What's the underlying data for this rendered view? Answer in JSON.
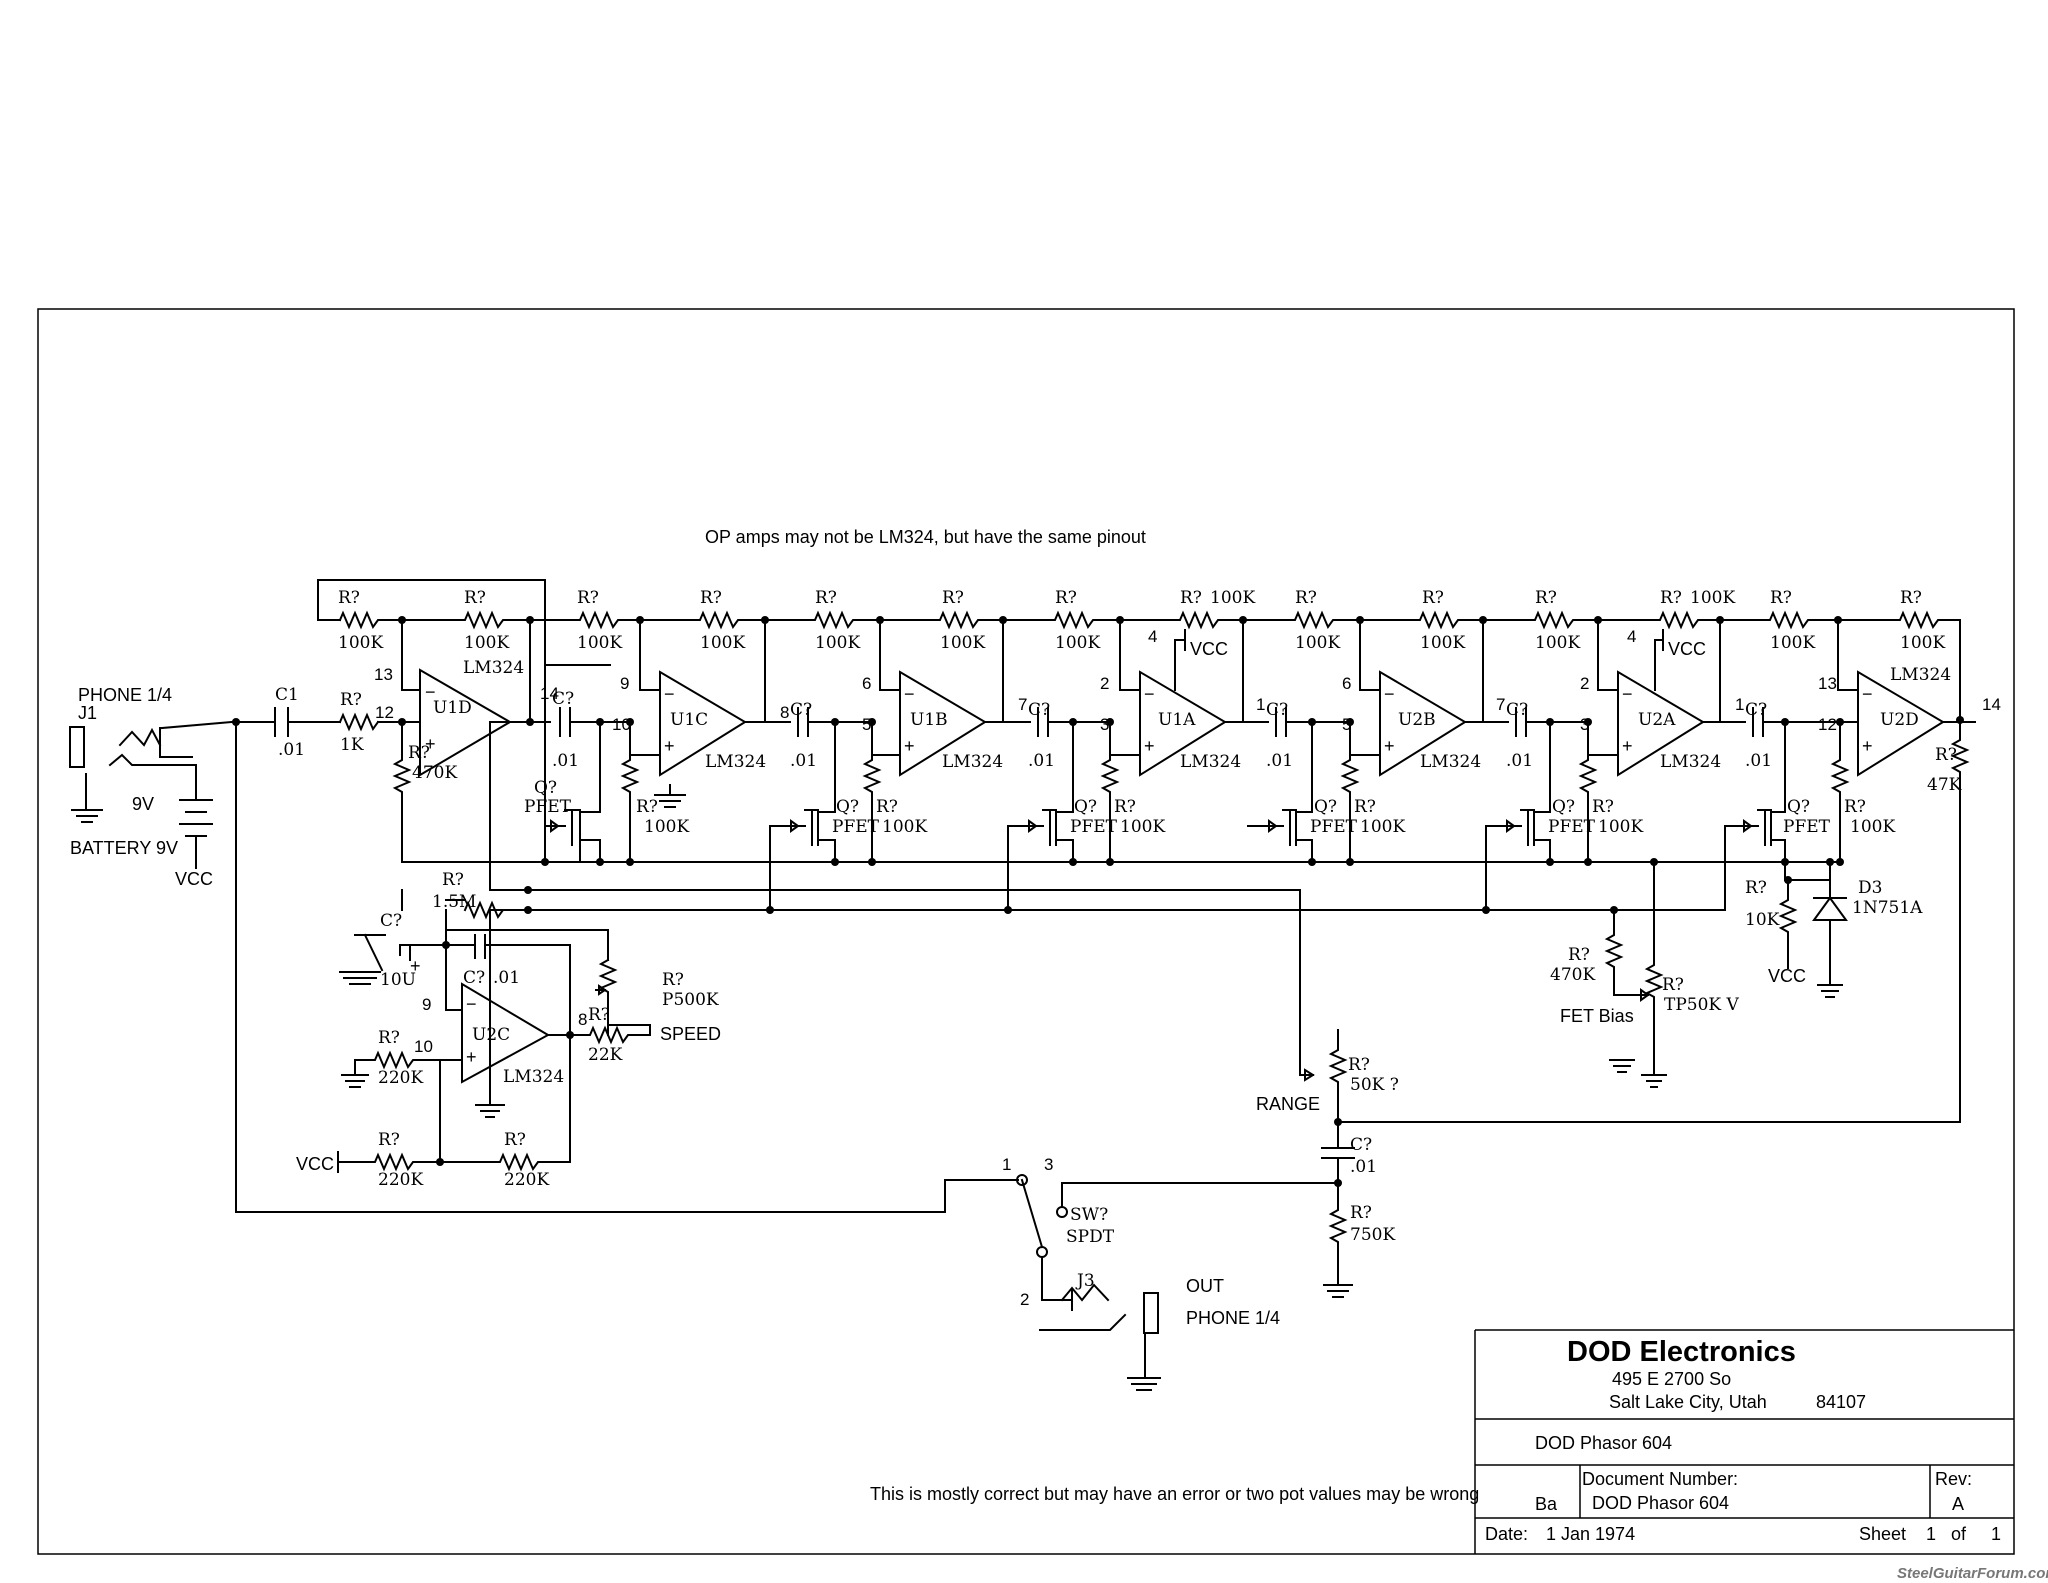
{
  "notes": {
    "pinout": "OP amps may not be LM324, but have the same pinout",
    "accuracy": "This is mostly correct but may have an error or two pot values may be wrong"
  },
  "watermark": "SteelGuitarForum.com",
  "title_block": {
    "company": "DOD Electronics",
    "address": "495 E 2700 So",
    "city": "Salt Lake City, Utah",
    "zip": "84107",
    "title": "DOD Phasor 604",
    "size": "Ba",
    "doc_number_label": "Document Number:",
    "doc_number": "DOD Phasor 604",
    "rev_label": "Rev:",
    "rev": "A",
    "date_label": "Date:",
    "date": "1 Jan 1974",
    "sheet_label": "Sheet",
    "sheet": "1",
    "of_label": "of",
    "sheet_total": "1"
  },
  "labels": {
    "phone_in": "PHONE 1/4",
    "j1": "J1",
    "battery_v": "9V",
    "battery": "BATTERY 9V",
    "vcc": "VCC",
    "c1": "C1",
    "c1_val": ".01",
    "r_unknown": "R?",
    "c_unknown": "C?",
    "q_unknown": "Q?",
    "pfet": "PFET",
    "r1k": "1K",
    "r100k": "100K",
    "r470k": "470K",
    "r47k": "47K",
    "r10k": "10K",
    "r1_5m": "1.5M",
    "r220k": "220K",
    "r22k": "22K",
    "r750k": "750K",
    "cap_01": ".01",
    "cap_10u": "10U",
    "p500k": "P500K",
    "speed": "SPEED",
    "range": "RANGE",
    "r50k": "50K ?",
    "tp50k": "TP50K V",
    "fet_bias": "FET Bias",
    "d3": "D3",
    "d3_val": "1N751A",
    "lm324": "LM324",
    "sw": "SW?",
    "spdt": "SPDT",
    "j3": "J3",
    "out": "OUT",
    "phone_out": "PHONE 1/4",
    "u1d": "U1D",
    "u1c": "U1C",
    "u1b": "U1B",
    "u1a": "U1A",
    "u2b": "U2B",
    "u2a": "U2A",
    "u2d": "U2D",
    "u2c": "U2C",
    "minus": "−",
    "plus": "+",
    "p1": "1",
    "p2": "2",
    "p3": "3",
    "p4": "4",
    "p5": "5",
    "p6": "6",
    "p7": "7",
    "p8": "8",
    "p9": "9",
    "p10": "10",
    "p12": "12",
    "p13": "13",
    "p14": "14"
  }
}
